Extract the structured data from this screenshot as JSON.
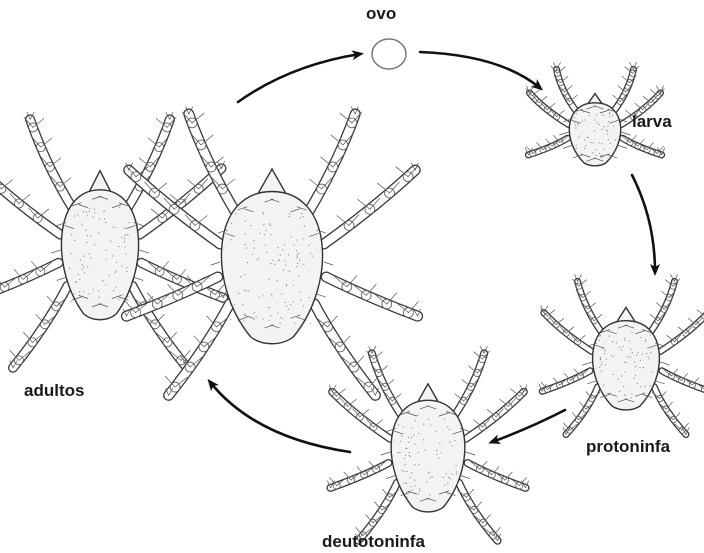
{
  "stages": {
    "egg": "ovo",
    "larva": "larva",
    "protonymph": "protoninfa",
    "deutonymph": "deutotoninfa",
    "adults": "adultos"
  },
  "flow": [
    "ovo",
    "larva",
    "protoninfa",
    "deutotoninfa",
    "adultos",
    "ovo"
  ]
}
